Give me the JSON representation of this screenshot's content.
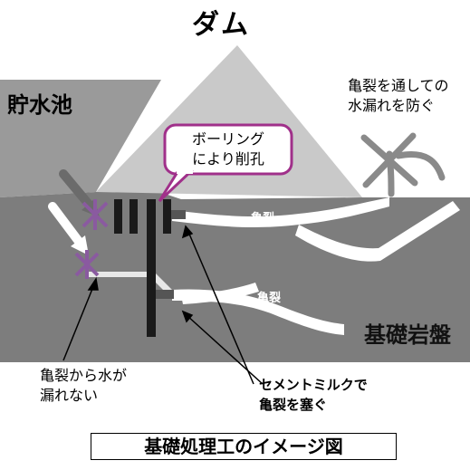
{
  "title": "ダム",
  "reservoir_label": "貯水池",
  "bedrock_label": "基礎岩盤",
  "crack_label_1": "亀裂",
  "crack_label_2": "亀裂",
  "leak_note": {
    "line1": "亀裂を通しての",
    "line2": "水漏れを防ぐ"
  },
  "boring_bubble": {
    "line1": "ボーリング",
    "line2": "により削孔"
  },
  "no_leak_note": {
    "line1": "亀裂から水が",
    "line2": "漏れない"
  },
  "cement_note": {
    "line1": "セメントミルクで",
    "line2": "亀裂を塞ぐ"
  },
  "caption": "基礎処理工のイメージ図",
  "colors": {
    "reservoir": "#9a9a9a",
    "dam": "#c9c9c9",
    "bedrock": "#7d7d7d",
    "bubble_border": "#a0308a",
    "grout_hole": "#1a1a1a",
    "crack": "#ffffff",
    "water_arrow": "#ffffff",
    "blocked_mark": "#8a5aa0"
  }
}
